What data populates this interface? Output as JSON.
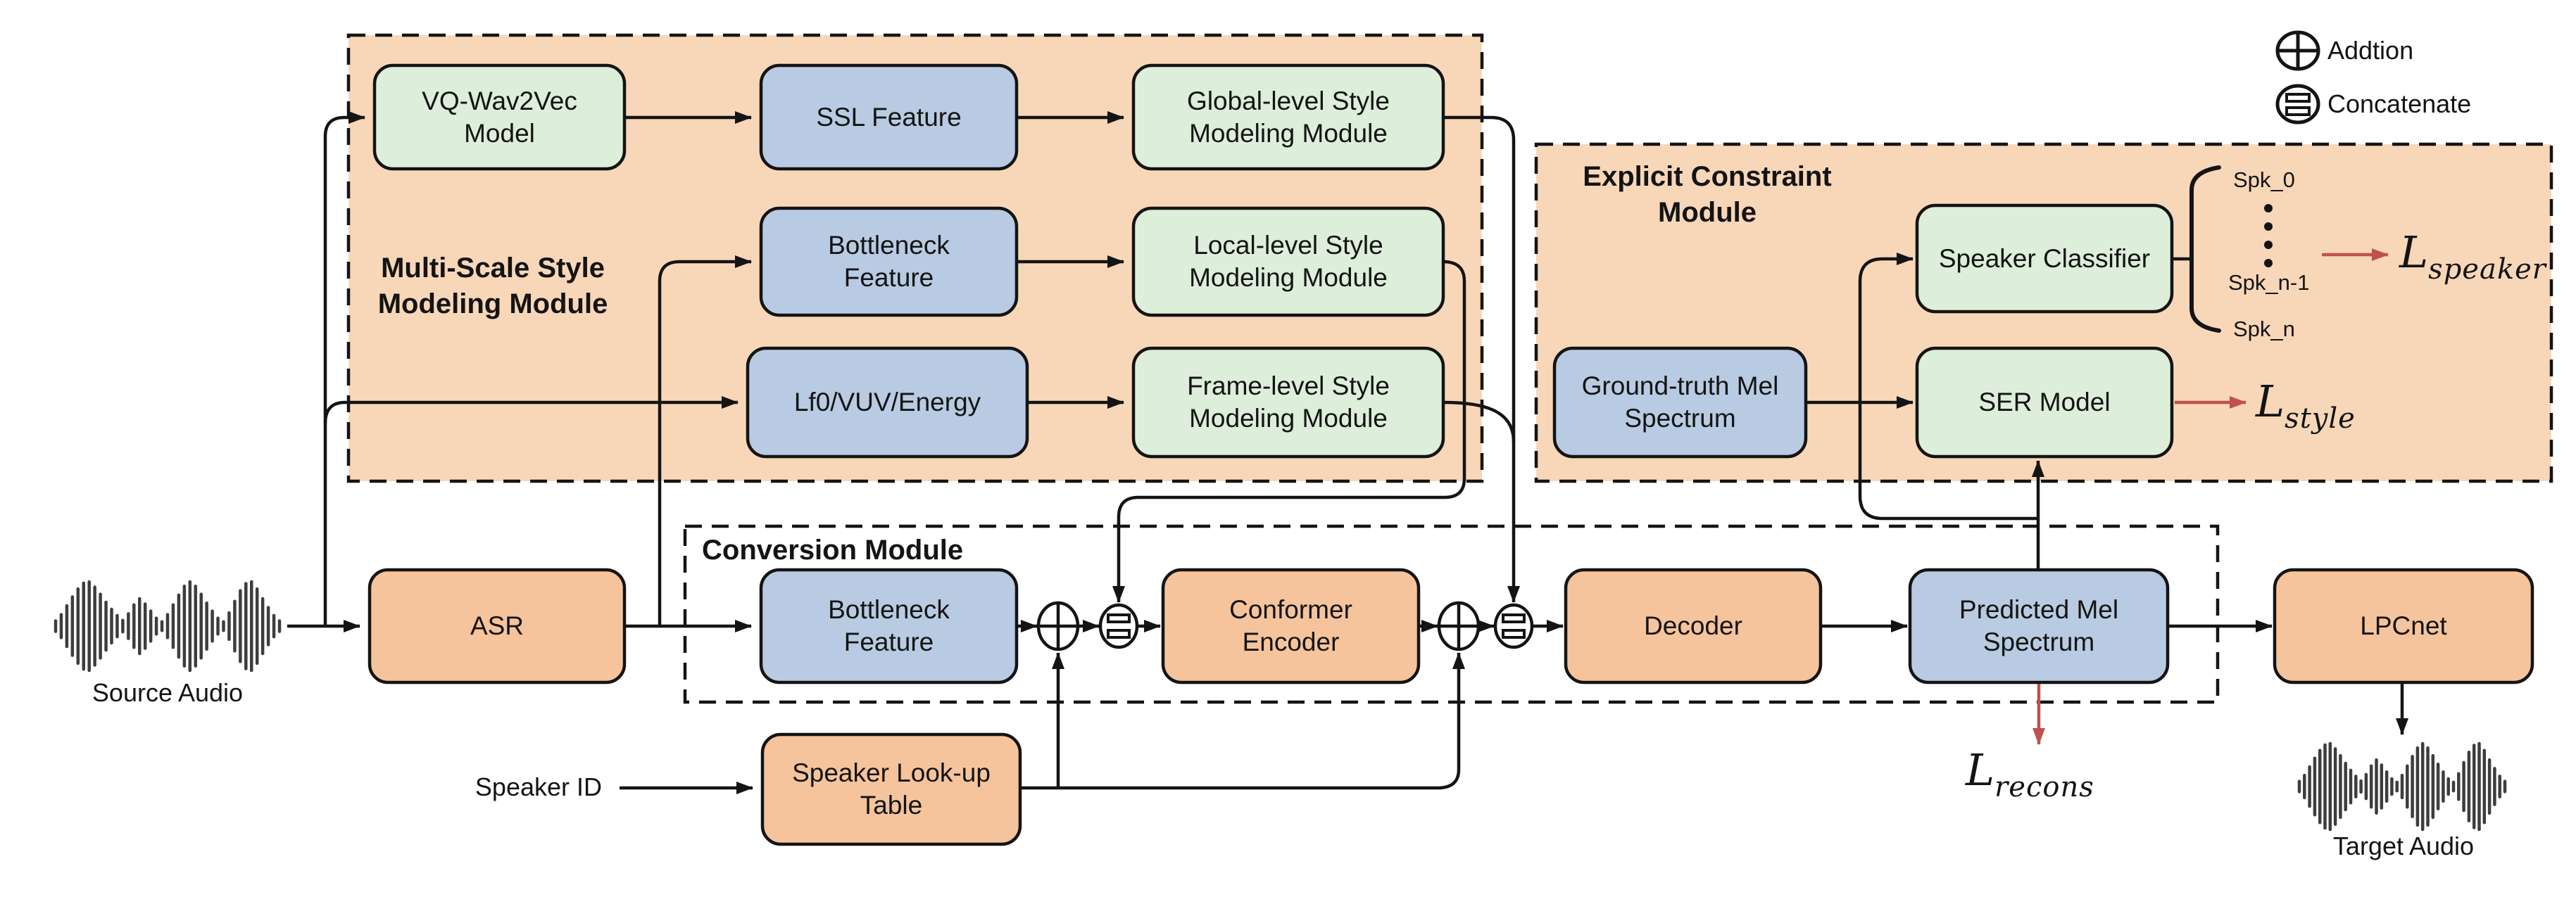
{
  "diagram_type": "model-architecture",
  "modules": {
    "multi_scale": {
      "title": "Multi-Scale Style\nModeling Module"
    },
    "explicit": {
      "title": "Explicit Constraint\nModule"
    },
    "conversion": {
      "title": "Conversion Module"
    }
  },
  "nodes": {
    "vq_wav2vec": {
      "label": "VQ-Wav2Vec\nModel",
      "color": "green"
    },
    "ssl_feature": {
      "label": "SSL Feature",
      "color": "blue"
    },
    "global_style": {
      "label": "Global-level Style\nModeling Module",
      "color": "green"
    },
    "bottleneck_ms": {
      "label": "Bottleneck\nFeature",
      "color": "blue"
    },
    "local_style": {
      "label": "Local-level Style\nModeling Module",
      "color": "green"
    },
    "lf0_vuv_energy": {
      "label": "Lf0/VUV/Energy",
      "color": "blue"
    },
    "frame_style": {
      "label": "Frame-level Style\nModeling Module",
      "color": "green"
    },
    "ground_truth_mel": {
      "label": "Ground-truth Mel\nSpectrum",
      "color": "blue"
    },
    "speaker_classifier": {
      "label": "Speaker Classifier",
      "color": "green"
    },
    "ser_model": {
      "label": "SER Model",
      "color": "green"
    },
    "asr": {
      "label": "ASR",
      "color": "orange"
    },
    "bottleneck_conv": {
      "label": "Bottleneck\nFeature",
      "color": "blue"
    },
    "conformer_encoder": {
      "label": "Conformer\nEncoder",
      "color": "orange"
    },
    "decoder": {
      "label": "Decoder",
      "color": "orange"
    },
    "predicted_mel": {
      "label": "Predicted Mel\nSpectrum",
      "color": "blue"
    },
    "lpcnet": {
      "label": "LPCnet",
      "color": "orange"
    },
    "speaker_lut": {
      "label": "Speaker Look-up\nTable",
      "color": "orange"
    }
  },
  "labels": {
    "source_audio": "Source Audio",
    "target_audio": "Target Audio",
    "speaker_id": "Speaker ID",
    "spk_0": "Spk_0",
    "spk_n_minus_1": "Spk_n-1",
    "spk_n": "Spk_n"
  },
  "legend": {
    "addition": "Addtion",
    "concatenate": "Concatenate"
  },
  "losses": {
    "speaker": {
      "base": "L",
      "sub": "speaker"
    },
    "style": {
      "base": "L",
      "sub": "style"
    },
    "recons": {
      "base": "L",
      "sub": "recons"
    }
  },
  "colors": {
    "module_background": "#f8d7b9",
    "node_orange": "#f5c49c",
    "node_blue": "#b8cbe2",
    "node_green": "#ddeeda",
    "outline": "#141414",
    "loss_arrow_red": "#c0504d"
  }
}
